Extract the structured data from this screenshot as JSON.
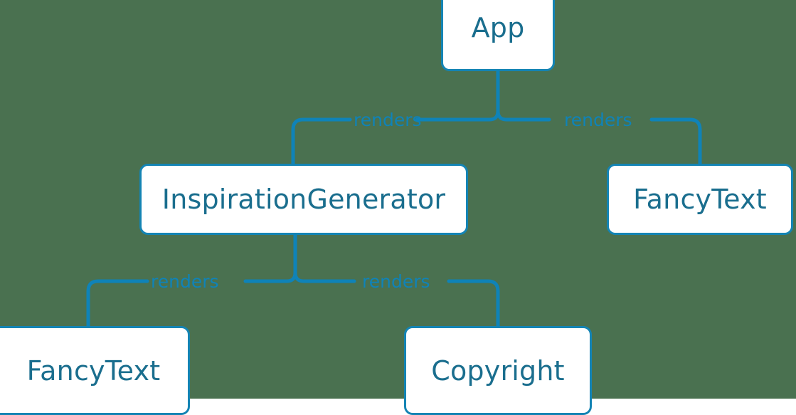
{
  "diagram": {
    "type": "component-tree",
    "title": "React component render tree",
    "background_color": "#4a7150",
    "node_fill": "#ffffff",
    "node_border_color": "#1484b4",
    "node_text_color": "#1a6e8e",
    "edge_color": "#0f83b8",
    "edge_label_color": "#0f83b8",
    "nodes": [
      {
        "id": "app",
        "label": "App"
      },
      {
        "id": "inspgen",
        "label": "InspirationGenerator"
      },
      {
        "id": "fancy_right",
        "label": "FancyText"
      },
      {
        "id": "fancy_left",
        "label": "FancyText"
      },
      {
        "id": "copyright",
        "label": "Copyright"
      }
    ],
    "edges": [
      {
        "from": "app",
        "to": "inspgen",
        "label": "renders"
      },
      {
        "from": "app",
        "to": "fancy_right",
        "label": "renders"
      },
      {
        "from": "inspgen",
        "to": "fancy_left",
        "label": "renders"
      },
      {
        "from": "inspgen",
        "to": "copyright",
        "label": "renders"
      }
    ]
  }
}
